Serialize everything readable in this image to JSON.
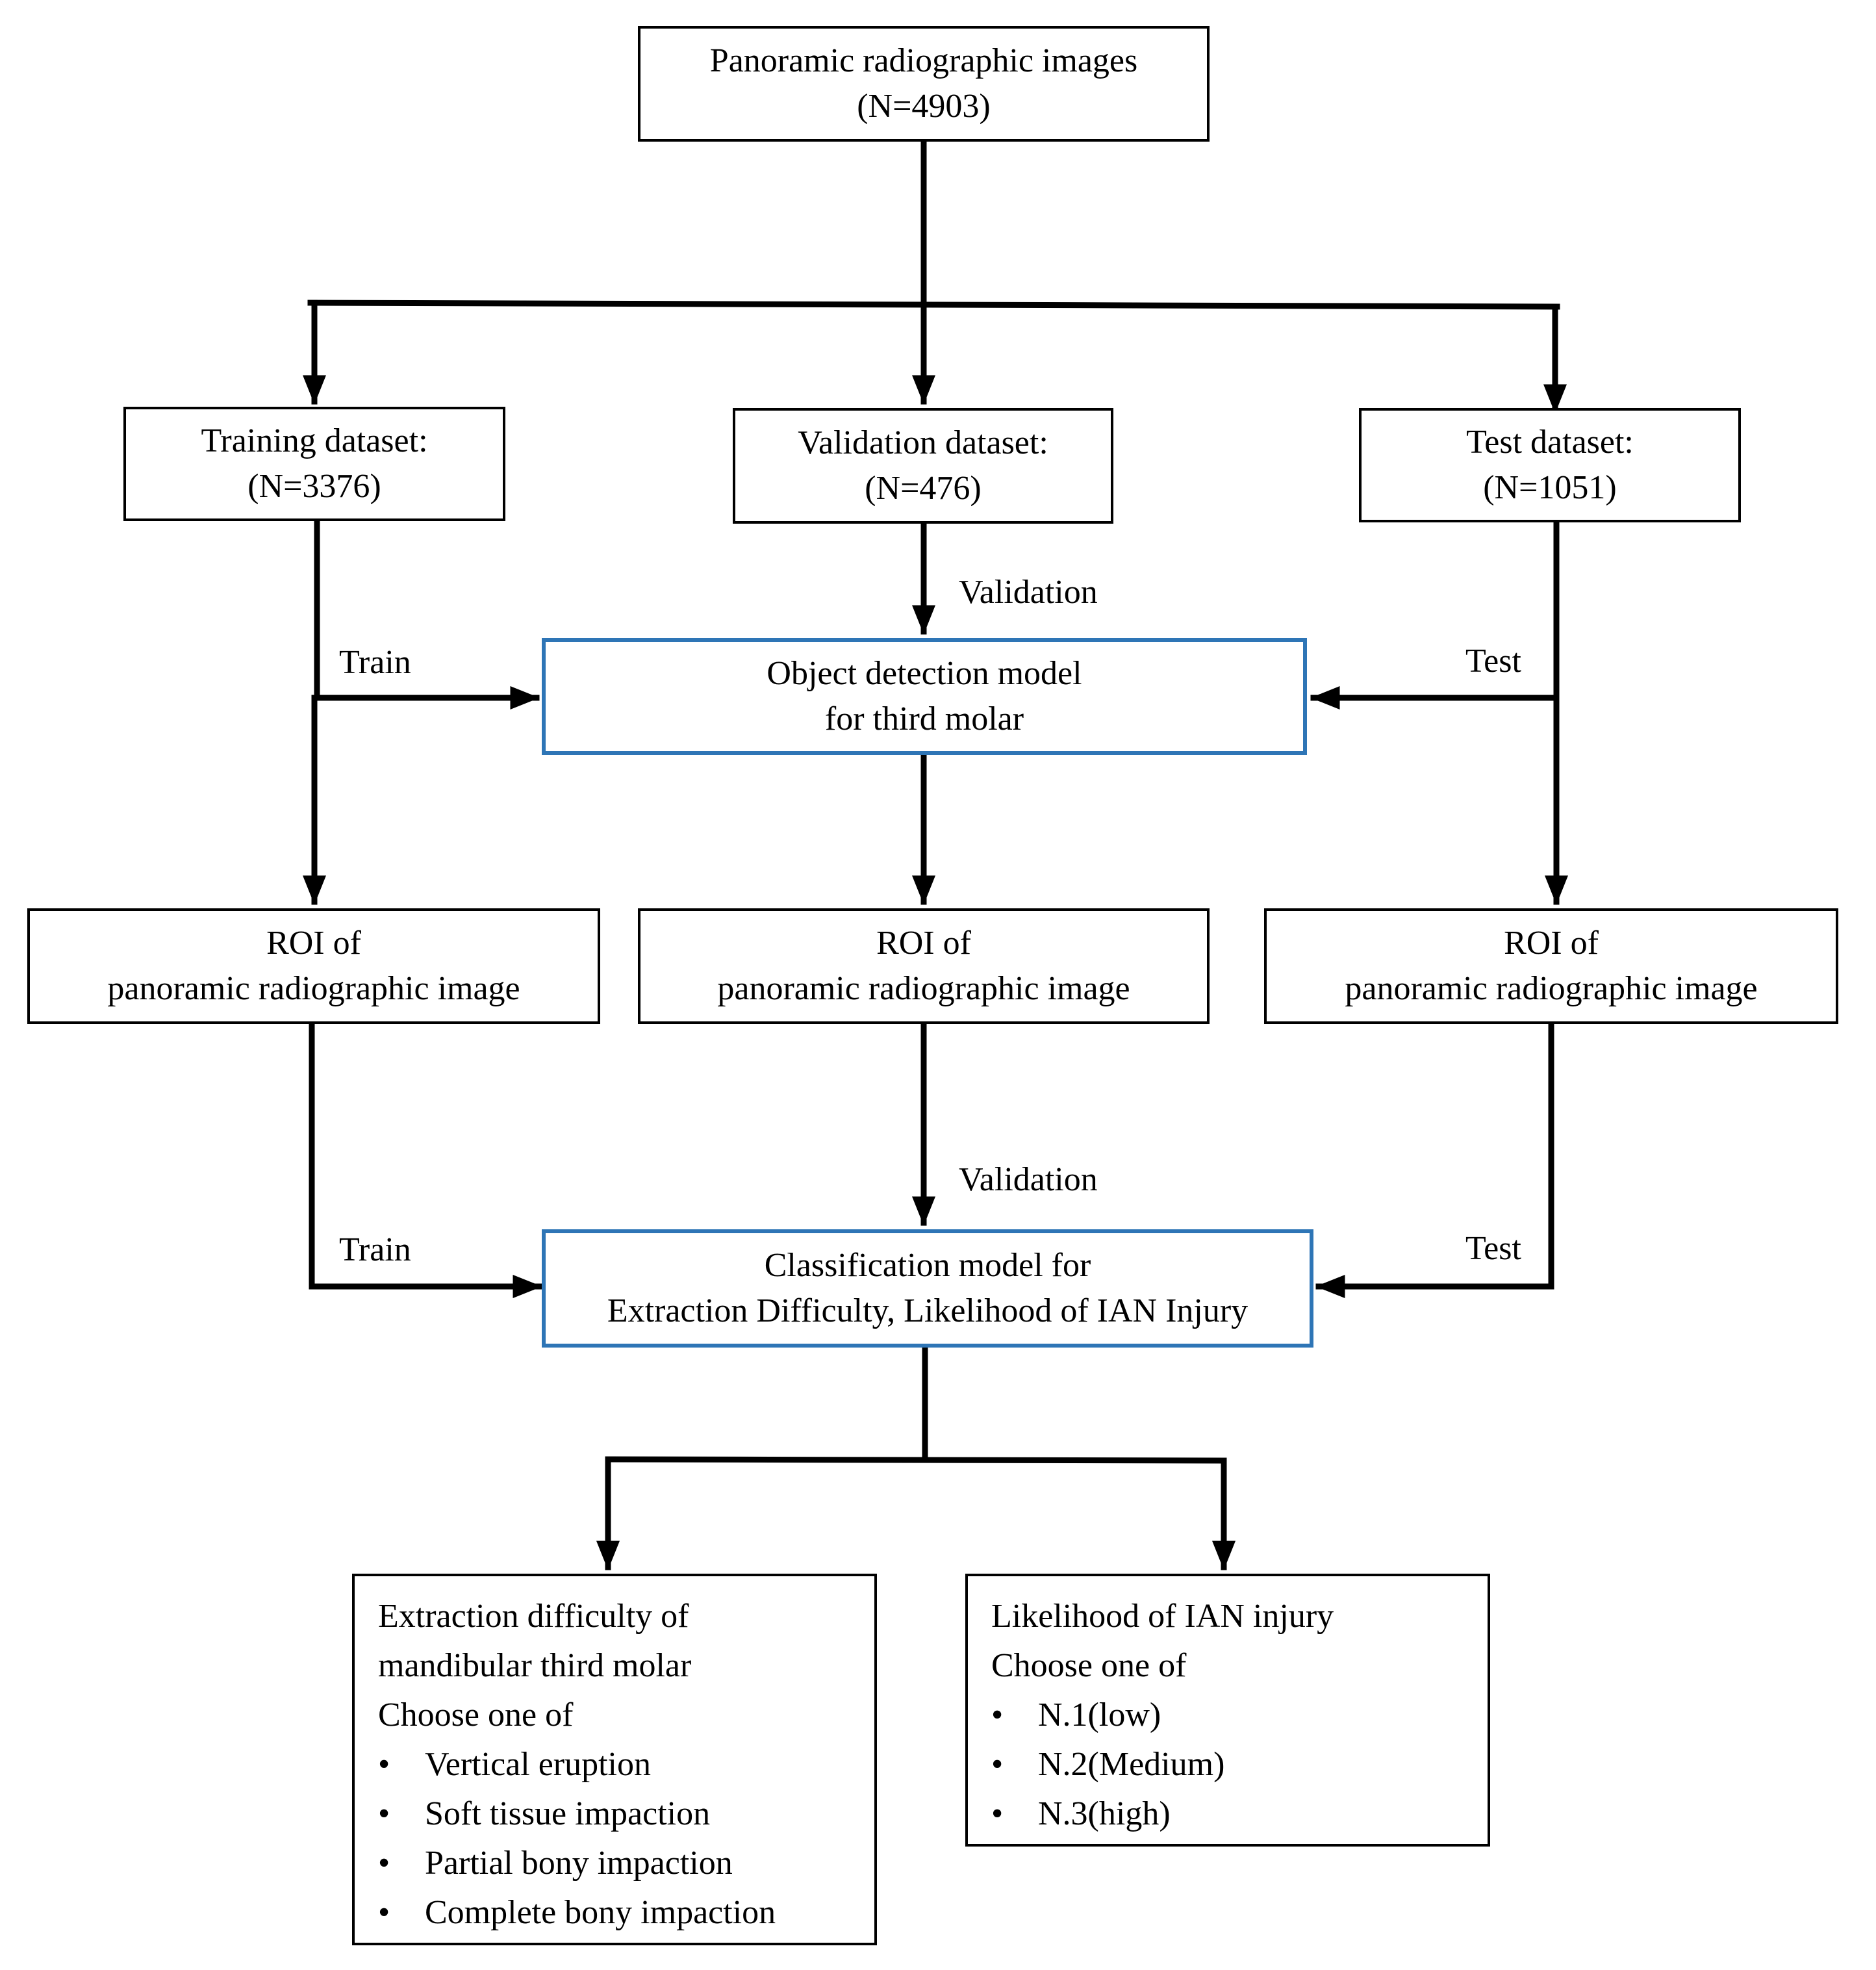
{
  "nodes": {
    "source": {
      "lines": [
        "Panoramic radiographic images",
        "(N=4903)"
      ]
    },
    "training": {
      "lines": [
        "Training dataset:",
        "(N=3376)"
      ]
    },
    "validation": {
      "lines": [
        "Validation dataset:",
        "(N=476)"
      ]
    },
    "test": {
      "lines": [
        "Test dataset:",
        "(N=1051)"
      ]
    },
    "detection_model": {
      "lines": [
        "Object detection model",
        "for third molar"
      ]
    },
    "roi_train": {
      "lines": [
        "ROI of",
        "panoramic radiographic image"
      ]
    },
    "roi_val": {
      "lines": [
        "ROI of",
        "panoramic radiographic image"
      ]
    },
    "roi_test": {
      "lines": [
        "ROI of",
        "panoramic radiographic image"
      ]
    },
    "classification_model": {
      "lines": [
        "Classification model for",
        "Extraction Difficulty, Likelihood of  IAN Injury"
      ]
    },
    "difficulty_output": {
      "heading": [
        "Extraction difficulty of",
        "mandibular third molar",
        "Choose one of"
      ],
      "options": [
        "Vertical eruption",
        "Soft tissue impaction",
        "Partial bony impaction",
        "Complete bony impaction"
      ]
    },
    "ian_output": {
      "heading": [
        "Likelihood of IAN injury",
        "Choose one of"
      ],
      "options": [
        "N.1(low)",
        "N.2(Medium)",
        "N.3(high)"
      ]
    }
  },
  "edge_labels": {
    "train_top": "Train",
    "validation_top": "Validation",
    "test_top": "Test",
    "train_bottom": "Train",
    "validation_bottom": "Validation",
    "test_bottom": "Test"
  },
  "bullet_glyph": "•",
  "colors": {
    "model_border": "#2e75b6",
    "line": "#000000"
  }
}
